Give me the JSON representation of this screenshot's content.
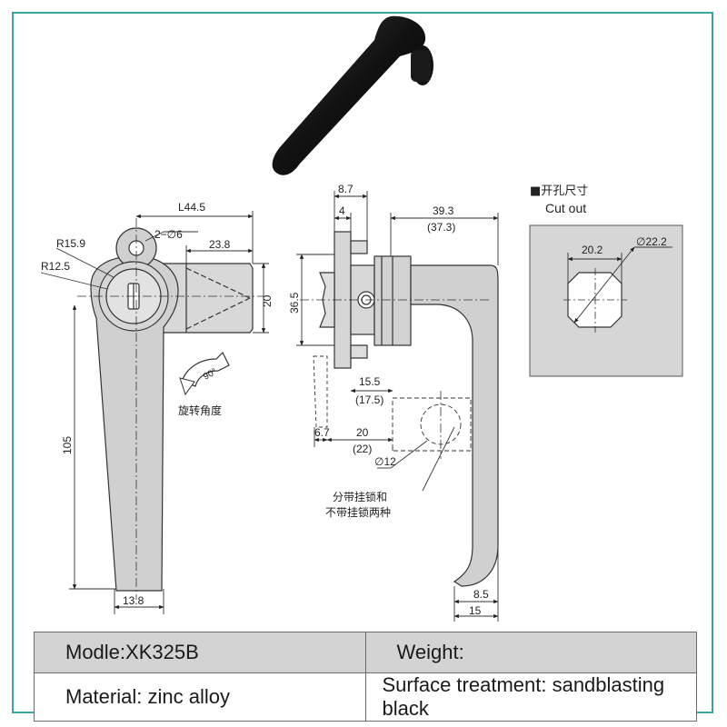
{
  "drawing": {
    "front_view": {
      "dim_length": "L44.5",
      "dim_holes": "2−∅6",
      "dim_radius_outer": "R15.9",
      "dim_radius_inner": "R12.5",
      "dim_bar_length": "23.8",
      "dim_bar_height": "20",
      "dim_handle_height": "105",
      "dim_handle_width": "13.8",
      "rotation_angle": "90°",
      "rotation_label": "旋转角度"
    },
    "side_view": {
      "dim_top_width": "8.7",
      "dim_top_small": "4",
      "dim_height": "36.5",
      "dim_reach": "39.3",
      "dim_reach_alt": "(37.3)",
      "dim_cam_offset": "15.5",
      "dim_cam_offset_alt": "(17.5)",
      "dim_cam_small": "6.7",
      "dim_cam_length": "20",
      "dim_cam_length_alt": "(22)",
      "dim_hole_dia": "∅12",
      "dim_tip": "8.5",
      "dim_tip_width": "15",
      "note_line1": "分带挂锁和",
      "note_line2": "不带挂锁两种"
    },
    "cutout": {
      "title_cn": "■开孔尺寸",
      "title_en": "Cut out",
      "dim_width": "20.2",
      "dim_dia": "∅22.2"
    }
  },
  "specs": {
    "model": "Modle:XK325B",
    "weight": "Weight:",
    "material": "Material: zinc alloy",
    "surface": "Surface treatment: sandblasting black"
  }
}
